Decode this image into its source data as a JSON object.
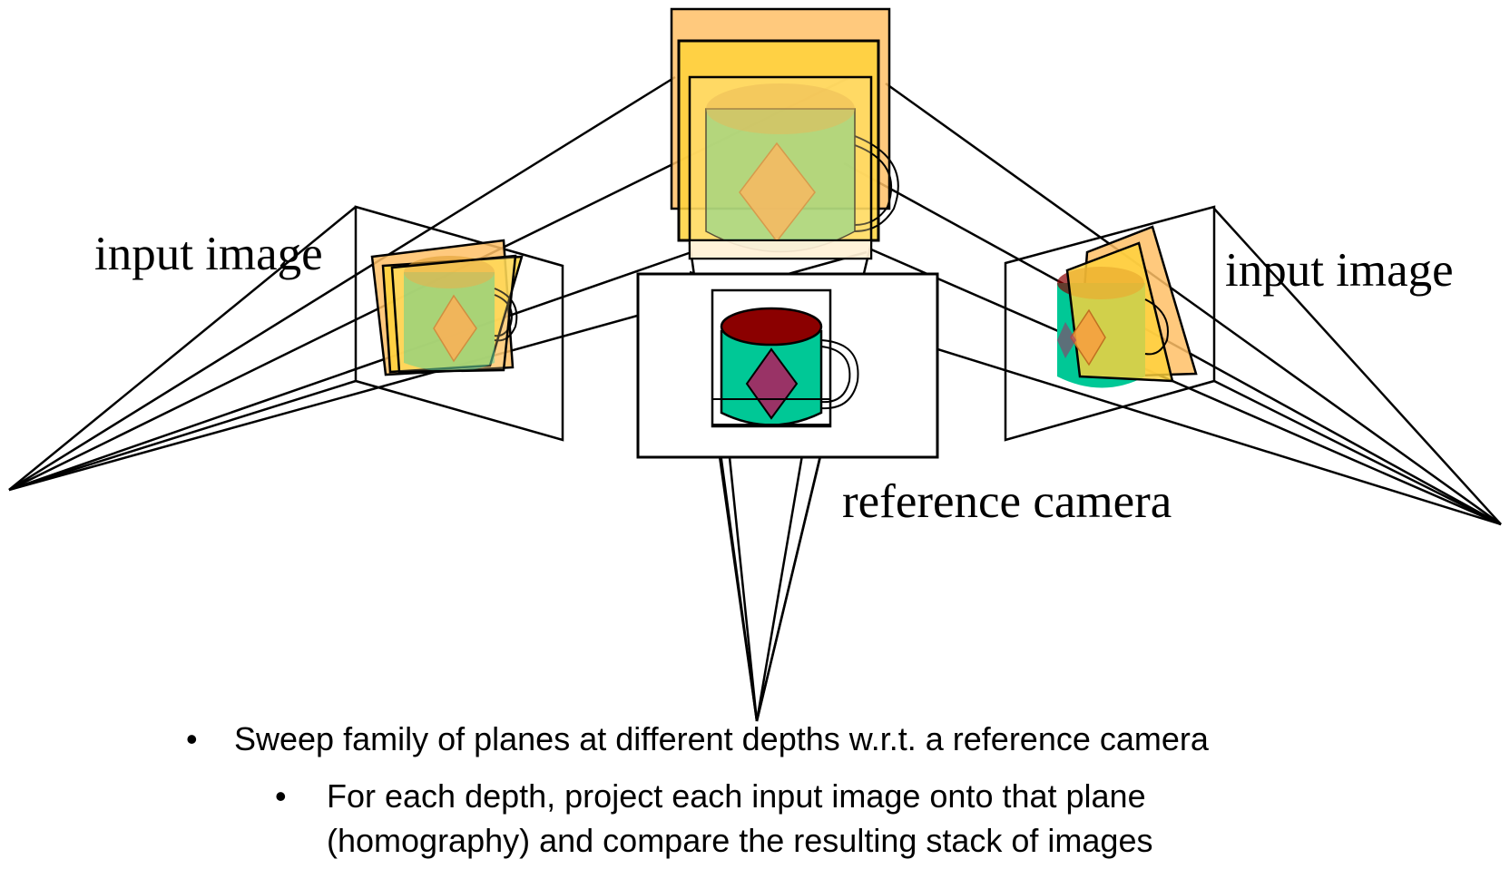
{
  "labels": {
    "input_image_left": "input image",
    "input_image_right": "input image",
    "reference_camera": "reference camera"
  },
  "bullets": [
    {
      "symbol": "•",
      "text": "Sweep family of planes at different depths w.r.t. a reference camera"
    },
    {
      "symbol": "•",
      "text": "For each depth, project each input image onto that plane (homography) and compare the resulting stack of images"
    }
  ],
  "colors": {
    "plane_orange": "#FFBF66",
    "plane_yellow": "#FFD23A",
    "mug_green": "#00C896",
    "mug_rim": "#8B0000",
    "diamond": "#993366",
    "diamond_projected": "#F5A040",
    "line": "#000000"
  }
}
